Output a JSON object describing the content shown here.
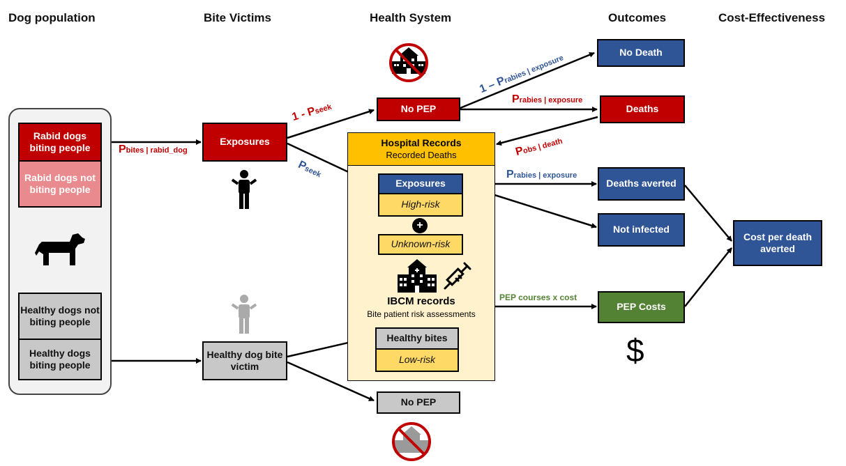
{
  "headers": {
    "dog_population": "Dog population",
    "bite_victims": "Bite Victims",
    "health_system": "Health System",
    "outcomes": "Outcomes",
    "cost_effectiveness": "Cost-Effectiveness"
  },
  "dogs": {
    "rabid_biting": "Rabid dogs biting people",
    "rabid_not_biting": "Rabid dogs not biting people",
    "healthy_not_biting": "Healthy dogs not biting people",
    "healthy_biting": "Healthy dogs biting people"
  },
  "victims": {
    "exposures": "Exposures",
    "healthy_victim": "Healthy dog bite victim"
  },
  "health": {
    "no_pep_top": "No PEP",
    "hospital_title": "Hospital Records",
    "hospital_sub": "Recorded Deaths",
    "exposures": "Exposures",
    "high_risk": "High-risk",
    "plus": "+",
    "unknown_risk": "Unknown-risk",
    "ibcm_title": "IBCM records",
    "ibcm_sub": "Bite patient risk assessments",
    "healthy_bites": "Healthy bites",
    "low_risk": "Low-risk",
    "no_pep_bottom": "No PEP"
  },
  "outcomes": {
    "no_death": "No Death",
    "deaths": "Deaths",
    "deaths_averted": "Deaths averted",
    "not_infected": "Not infected",
    "pep_costs": "PEP Costs",
    "dollar": "$"
  },
  "cost": {
    "cost_per_death": "Cost per death averted"
  },
  "labels": {
    "p_bites_main": "P",
    "p_bites_sub": "bites | rabid_dog",
    "one_minus_seek_main": "1 - P",
    "one_minus_seek_sub": "seek",
    "p_seek_main": "P",
    "p_seek_sub": "seek",
    "one_minus_rabies_main": "1 – P",
    "one_minus_rabies_sub": "rabies | exposure",
    "p_rabies_red_main": "P",
    "p_rabies_red_sub": "rabies | exposure",
    "p_obs_main": "P",
    "p_obs_sub": "obs | death",
    "p_rabies_blue_main": "P",
    "p_rabies_blue_sub": "rabies | exposure",
    "pep_courses": "PEP courses x cost"
  },
  "colors": {
    "red": "#c00000",
    "pink": "#e88a8e",
    "grey": "#c8c8c8",
    "blue": "#2f5597",
    "green": "#548235",
    "yellow": "#ffd966",
    "panel_yellow": "#fff2cc",
    "hospital_orange": "#ffc000"
  },
  "icons": [
    "dog-icon",
    "person-icon",
    "hospital-icon",
    "no-hospital-icon",
    "syringe-icon",
    "dollar-icon"
  ]
}
